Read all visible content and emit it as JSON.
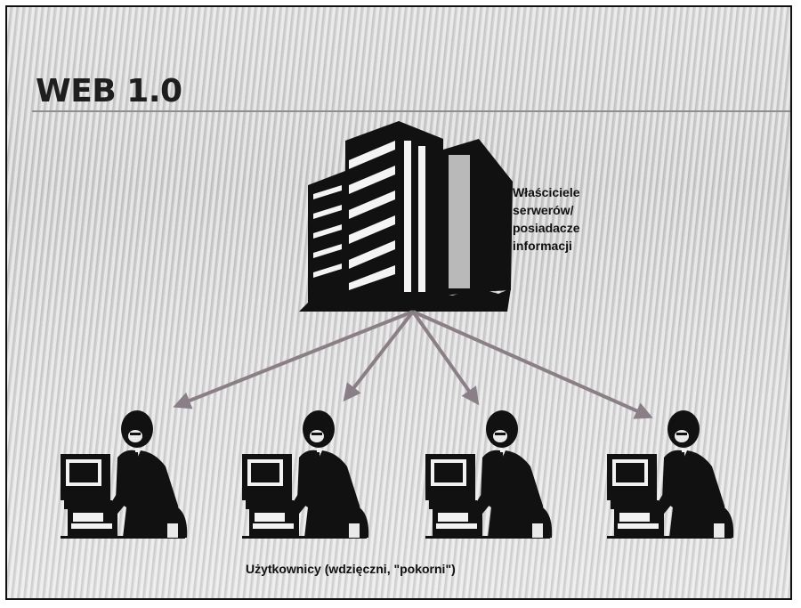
{
  "slide": {
    "title": "WEB 1.0",
    "server_owner_label": "Właściciele serwerów/ posiadacze informacji",
    "users_label": "Użytkownicy (wdzięczni, \"pokorni\")"
  },
  "icons": {
    "server": "office-building-icon",
    "user": "person-at-computer-icon"
  },
  "colors": {
    "arrow": "#8a7f86",
    "title": "#1e1e1e",
    "figures": "#111111"
  }
}
